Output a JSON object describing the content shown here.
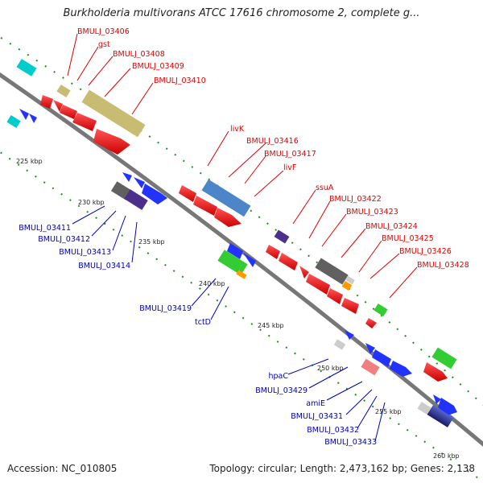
{
  "title": "Burkholderia multivorans ATCC 17616 chromosome 2, complete g...",
  "accession": "Accession: NC_010805",
  "stats": "Topology: circular; Length: 2,473,162 bp; Genes: 2,138",
  "colors": {
    "backbone": "#808080",
    "label_top": "#dd0000",
    "label_bottom": "#0000bb",
    "tick": "#228b22"
  },
  "kbp_marks": [
    "225 kbp",
    "230 kbp",
    "235 kbp",
    "240 kbp",
    "245 kbp",
    "250 kbp",
    "255 kbp",
    "260 kbp"
  ],
  "top_labels": [
    "BMULJ_03406",
    "gst",
    "BMULJ_03408",
    "BMULJ_03409",
    "BMULJ_03410",
    "livK",
    "BMULJ_03416",
    "BMULJ_03417",
    "livF",
    "ssuA",
    "BMULJ_03422",
    "BMULJ_03423",
    "BMULJ_03424",
    "BMULJ_03425",
    "BMULJ_03426",
    "BMULJ_03428"
  ],
  "bottom_labels": [
    "BMULJ_03411",
    "BMULJ_03412",
    "BMULJ_03413",
    "BMULJ_03414",
    "BMULJ_03419",
    "tctD",
    "hpaC",
    "BMULJ_03429",
    "amiE",
    "BMULJ_03431",
    "BMULJ_03432",
    "BMULJ_03433"
  ]
}
